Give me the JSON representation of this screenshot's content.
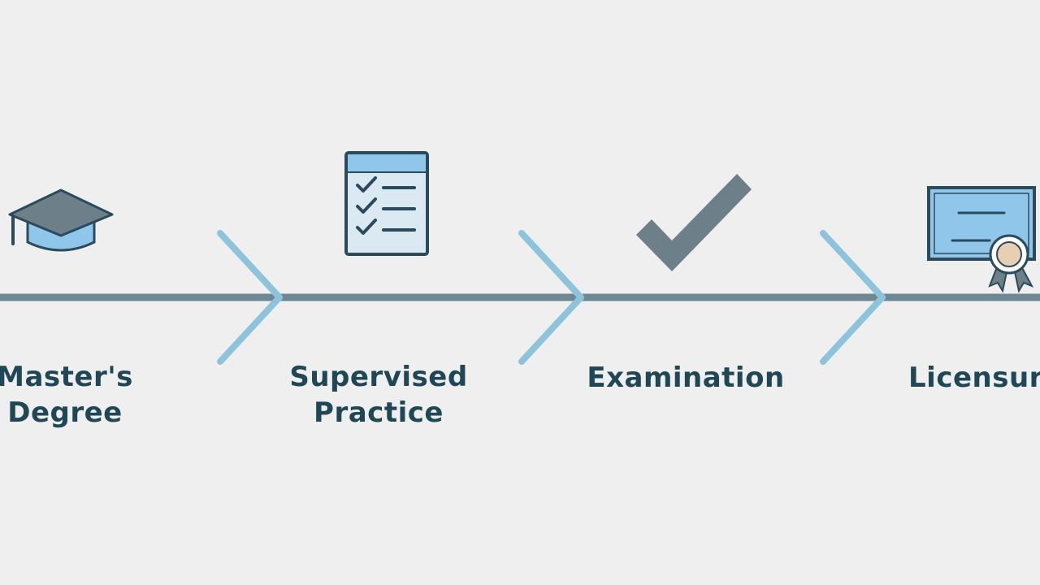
{
  "steps": [
    {
      "id": "masters",
      "lines": [
        "Master's",
        "Degree"
      ],
      "icon": "graduation-cap-icon"
    },
    {
      "id": "supervised",
      "lines": [
        "Supervised",
        "Practice"
      ],
      "icon": "checklist-clipboard-icon"
    },
    {
      "id": "exam",
      "lines": [
        "Examination"
      ],
      "icon": "checkmark-icon"
    },
    {
      "id": "licensure",
      "lines": [
        "Licensure"
      ],
      "icon": "certificate-icon"
    }
  ],
  "colors": {
    "background": "#efefef",
    "timeline": "#6f8793",
    "chevron": "#8ec3dc",
    "icon_fill": "#8fc6ea",
    "icon_dark": "#6d7f88",
    "icon_outline": "#2b4a5c",
    "label": "#1f4756"
  }
}
